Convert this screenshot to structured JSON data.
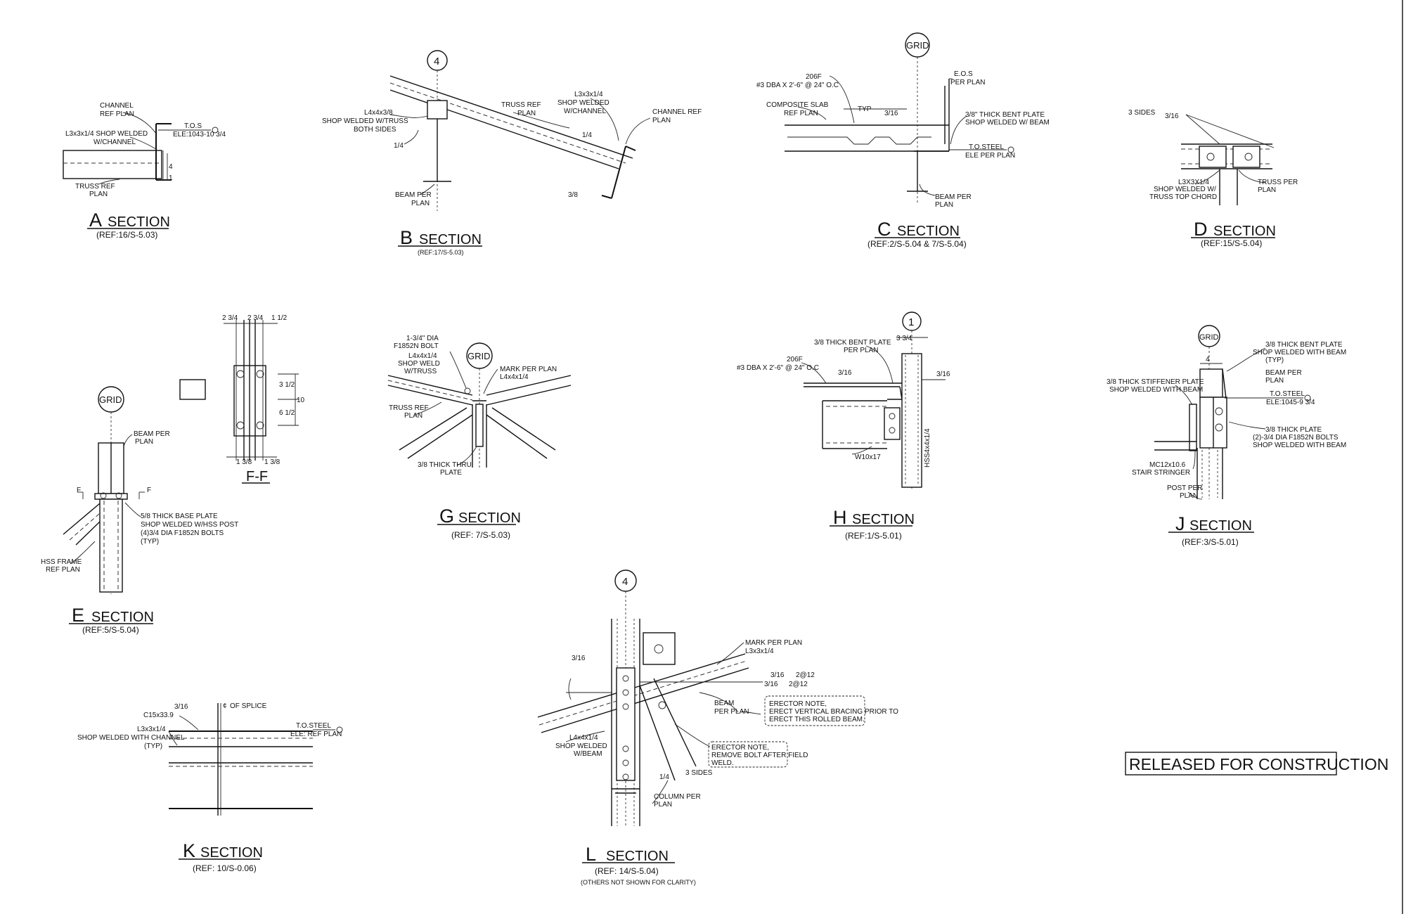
{
  "sections": {
    "A": {
      "letter": "A",
      "word": "SECTION",
      "ref": "(REF:16/S-5.03)",
      "notes": [
        "CHANNEL",
        "REF PLAN",
        "L3x3x1/4 SHOP WELDED",
        "W/CHANNEL",
        "T.O.S",
        "ELE:1043-10 3/4",
        "TRUSS REF",
        "PLAN",
        "4",
        "1"
      ]
    },
    "B": {
      "letter": "B",
      "word": "SECTION",
      "ref": "(REF:17/S-5.03)",
      "bubble": "4",
      "notes": [
        "L4x4x3/8",
        "SHOP WELDED W/TRUSS",
        "BOTH SIDES",
        "1/4",
        "BEAM PER",
        "PLAN",
        "TRUSS REF",
        "PLAN",
        "L3x3x1/4",
        "SHOP WELDED",
        "W/CHANNEL",
        "CHANNEL REF",
        "PLAN",
        "1/4",
        "3/8"
      ]
    },
    "C": {
      "letter": "C",
      "word": "SECTION",
      "ref": "(REF:2/S-5.04 & 7/S-5.04)",
      "bubble": "GRID",
      "notes": [
        "206F",
        "#3 DBA X 2'-6\" @ 24\" O.C",
        "E.O.S",
        "PER PLAN",
        "COMPOSITE SLAB",
        "REF PLAN",
        "TYP",
        "3/16",
        "3/8\" THICK BENT PLATE",
        "SHOP WELDED W/ BEAM",
        "T.O.STEEL",
        "ELE PER PLAN",
        "BEAM PER",
        "PLAN"
      ]
    },
    "D": {
      "letter": "D",
      "word": "SECTION",
      "ref": "(REF:15/S-5.04)",
      "notes": [
        "3 SIDES",
        "3/16",
        "L3X3X1/4",
        "SHOP WELDED W/",
        "TRUSS TOP CHORD",
        "TRUSS PER",
        "PLAN"
      ]
    },
    "E": {
      "letter": "E",
      "word": "SECTION",
      "ref": "(REF:5/S-5.04)",
      "bubble": "GRID",
      "notes": [
        "BEAM PER",
        "PLAN",
        "F",
        "F",
        "5/8 THICK BASE PLATE",
        "SHOP WELDED W/HSS POST",
        "(4)3/4 DIA F1852N BOLTS",
        "(TYP)",
        "HSS FRAME",
        "REF PLAN"
      ]
    },
    "FF": {
      "title": "F-F",
      "dims": [
        "2 3/4",
        "2 3/4",
        "1 1/2",
        "3 1/2",
        "6 1/2",
        "10",
        "1 3/8",
        "1 3/8"
      ]
    },
    "G": {
      "letter": "G",
      "word": "SECTION",
      "ref": "(REF: 7/S-5.03)",
      "bubble": "GRID",
      "notes": [
        "1-3/4\" DIA",
        "F1852N BOLT",
        "L4x4x1/4",
        "SHOP WELD",
        "W/TRUSS",
        "MARK PER PLAN",
        "L4x4x1/4",
        "TRUSS REF",
        "PLAN",
        "3/8 THICK THRU",
        "PLATE"
      ]
    },
    "H": {
      "letter": "H",
      "word": "SECTION",
      "ref": "(REF:1/S-5.01)",
      "bubble": "1",
      "notes": [
        "3/8 THICK BENT PLATE",
        "PER PLAN",
        "3 3/4",
        "206F",
        "#3 DBA X 2'-6\" @ 24\" O.C",
        "3/16",
        "3/16",
        "W10x17",
        "HSS4x4x1/4"
      ]
    },
    "J": {
      "letter": "J",
      "word": "SECTION",
      "ref": "(REF:3/S-5.01)",
      "bubble": "GRID",
      "notes": [
        "4",
        "3/8 THICK BENT PLATE",
        "SHOP WELDED WITH BEAM",
        "(TYP)",
        "3/8 THICK STIFFENER PLATE",
        "SHOP WELDED WITH BEAM",
        "BEAM PER",
        "PLAN",
        "T.O.STEEL",
        "ELE:1045-9 3/4",
        "3/8 THICK PLATE",
        "(2)-3/4 DIA F1852N BOLTS",
        "SHOP WELDED WITH BEAM",
        "MC12x10.6",
        "STAIR STRINGER",
        "POST PER",
        "PLAN"
      ]
    },
    "K": {
      "letter": "K",
      "word": "SECTION",
      "ref": "(REF: 10/S-0.06)",
      "notes": [
        "C15x33.9",
        "OF SPLICE",
        "3/16",
        "L3x3x1/4",
        "SHOP WELDED WITH CHANNEL",
        "(TYP)",
        "T.O.STEEL",
        "ELE: REF PLAN"
      ]
    },
    "L": {
      "letter": "L",
      "word": "SECTION",
      "ref": "(REF: 14/S-5.04)",
      "subref": "(OTHERS NOT SHOWN FOR CLARITY)",
      "bubble": "4",
      "notes": [
        "MARK PER PLAN",
        "L3x3x1/4",
        "3/16",
        "2@12",
        "3/16",
        "2@12",
        "3/16",
        "BEAM",
        "PER PLAN",
        "ERECTOR NOTE,",
        "ERECT VERTICAL BRACING PRIOR TO",
        "ERECT THIS ROLLED BEAM.",
        "L4x4x1/4",
        "SHOP WELDED",
        "W/BEAM",
        "ERECTOR NOTE,",
        "REMOVE BOLT AFTER FIELD",
        "WELD.",
        "1/4",
        "3 SIDES",
        "COLUMN PER",
        "PLAN"
      ]
    }
  },
  "stamp": "RELEASED FOR CONSTRUCTION"
}
